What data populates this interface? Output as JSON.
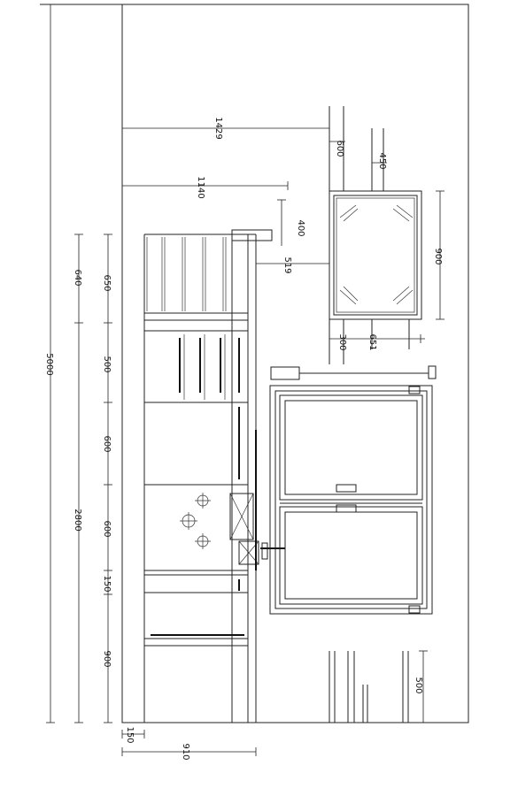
{
  "drawing": {
    "dimensions": {
      "total_length": "5000",
      "run_length": "2800",
      "segment_640": "640",
      "segment_650": "650",
      "segment_500": "500",
      "segment_600_a": "600",
      "segment_600_b": "600",
      "segment_150": "150",
      "segment_900": "900",
      "upper_1429": "1429",
      "upper_1140": "1140",
      "upper_400": "400",
      "upper_519": "519",
      "upper_600": "600",
      "upper_450": "450",
      "window_900": "900",
      "window_300": "300",
      "window_651": "651",
      "right_500": "500",
      "bottom_150": "150",
      "bottom_910": "910"
    }
  }
}
